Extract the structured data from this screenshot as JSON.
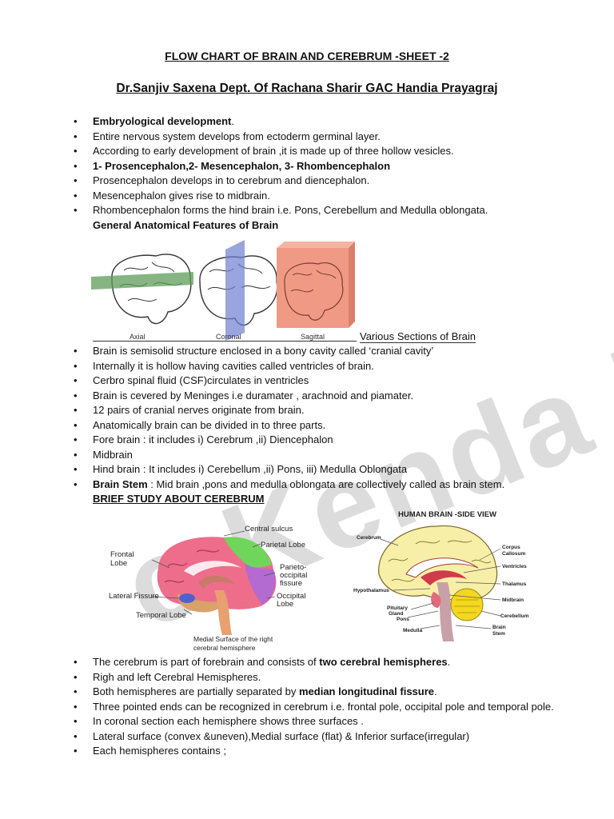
{
  "header": {
    "title": "FLOW CHART OF BRAIN AND CEREBRUM -SHEET -2",
    "author": "Dr.Sanjiv Saxena Dept. Of Rachana Sharir GAC Handia Prayagraj"
  },
  "section1": {
    "items": [
      {
        "bold": "Embryological development",
        "text": "."
      },
      {
        "bold": "",
        "text": "Entire nervous system develops from ectoderm germinal layer."
      },
      {
        "bold": "",
        "text": "According to early development of brain ,it is made up of three hollow vesicles."
      },
      {
        "bold": "1- Prosencephalon,2- Mesencephalon, 3- Rhombencephalon",
        "text": ""
      },
      {
        "bold": "",
        "text": "Prosencephalon develops in to cerebrum and diencephalon."
      },
      {
        "bold": "",
        "text": "Mesencephalon gives rise to midbrain."
      },
      {
        "bold": "",
        "text": "Rhombencephalon forms the hind brain i.e. Pons, Cerebellum and Medulla oblongata."
      }
    ],
    "subheading": "General Anatomical Features of Brain"
  },
  "figure1": {
    "labels": [
      "Axial",
      "Coronal",
      "Sagittal"
    ],
    "caption": "Various Sections of Brain",
    "colors": {
      "axial": "#5e9c5a",
      "coronal": "#6d7fd0",
      "sagittal": "#f09a86"
    }
  },
  "section2": {
    "items": [
      {
        "bold": "",
        "text": "Brain is semisolid structure enclosed in a bony cavity called ‘cranial cavity’"
      },
      {
        "bold": "",
        "text": "Internally it is  hollow having cavities called ventricles of brain."
      },
      {
        "bold": "",
        "text": "Cerbro spinal fluid (CSF)circulates in ventricles"
      },
      {
        "bold": "",
        "text": "Brain is cevered by Meninges i.e duramater , arachnoid and piamater."
      },
      {
        "bold": "",
        "text": "12 pairs of cranial nerves originate from brain."
      },
      {
        "bold": "",
        "text": "Anatomically brain can be divided in to three parts."
      },
      {
        "bold": "",
        "text": "Fore brain : it includes i) Cerebrum ,ii) Diencephalon"
      },
      {
        "bold": "",
        "text": "Midbrain"
      },
      {
        "bold": "",
        "text": "Hind brain : It includes i) Cerebellum ,ii) Pons, iii) Medulla Oblongata"
      },
      {
        "bold": "Brain Stem",
        "text": " : Mid brain ,pons and medulla oblongata are collectively called as brain stem."
      }
    ],
    "subheading": "BRIEF STUDY ABOUT CEREBRUM"
  },
  "figure2": {
    "labels": {
      "central_sulcus": "Central sulcus",
      "frontal": "Frontal",
      "lobe": "Lobe",
      "parietal": "Parietal Lobe",
      "parieto1": "Parieto-",
      "parieto2": "occipital",
      "parieto3": "fissure",
      "lateral_fissure": "Lateral Fissure",
      "occipital": "Occipital",
      "occipital2": "Lobe",
      "temporal": "Temporal Lobe",
      "caption1": "Medial Surface of the right",
      "caption2": "cerebral hemisphere"
    }
  },
  "figure3": {
    "title": "HUMAN BRAIN -SIDE VIEW",
    "labels": {
      "cerebrum": "Cerebrum",
      "corpus1": "Corpus",
      "corpus2": "Callosum",
      "ventricles": "Ventricles",
      "thalamus": "Thalamus",
      "hypothalamus": "Hypothalamus",
      "midbrain": "Midbrain",
      "pituitary1": "Pituitary",
      "pituitary2": "Gland",
      "pons": "Pons",
      "cerebellum": "Cerebellum",
      "medulla": "Medulla",
      "stem1": "Brain",
      "stem2": "Stem"
    }
  },
  "section3": {
    "items": [
      {
        "bold": "",
        "text": "The cerebrum is part of forebrain and consists of ",
        "bold2": "two cerebral hemispheres",
        "text2": "."
      },
      {
        "bold": "",
        "text": "Righ and left Cerebral Hemispheres.",
        "bold2": "",
        "text2": ""
      },
      {
        "bold": "",
        "text": "Both hemispheres are partially separated by ",
        "bold2": "median longitudinal fissure",
        "text2": "."
      },
      {
        "bold": "",
        "text": "Three pointed ends can be recognized in cerebrum i.e. frontal pole, occipital pole and temporal pole.",
        "bold2": "",
        "text2": ""
      },
      {
        "bold": "",
        "text": "In coronal section each hemisphere shows three surfaces .",
        "bold2": "",
        "text2": ""
      },
      {
        "bold": "",
        "text": "Lateral surface (convex &uneven),Medial surface (flat) & Inferior surface(irregular)",
        "bold2": "",
        "text2": ""
      },
      {
        "bold": "",
        "text": "Each hemispheres contains ;",
        "bold2": "",
        "text2": ""
      }
    ]
  },
  "watermark": {
    "text": "c Kenda Notes",
    "color": "#d9d9d9"
  }
}
